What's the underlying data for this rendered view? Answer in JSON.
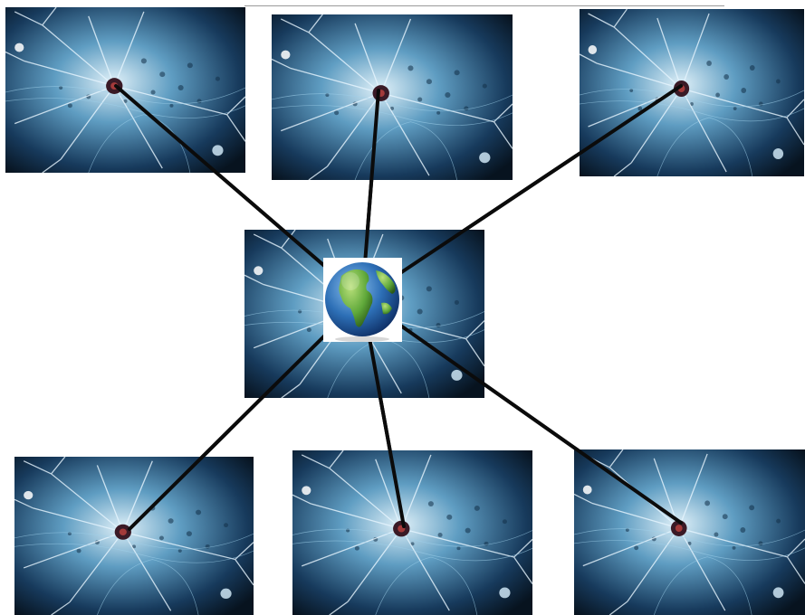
{
  "diagram": {
    "type": "hub-and-spoke",
    "hub": {
      "icon": "globe-icon",
      "image": "neural-network-image"
    },
    "nodes": [
      {
        "id": "node-top-left",
        "image": "neural-network-image"
      },
      {
        "id": "node-top-center",
        "image": "neural-network-image"
      },
      {
        "id": "node-top-right",
        "image": "neural-network-image"
      },
      {
        "id": "node-bottom-left",
        "image": "neural-network-image"
      },
      {
        "id": "node-bottom-center",
        "image": "neural-network-image"
      },
      {
        "id": "node-bottom-right",
        "image": "neural-network-image"
      }
    ],
    "colors": {
      "background": "#ffffff",
      "image_dark": "#0a1a2e",
      "image_mid": "#2f6f9a",
      "image_light": "#cfe6f2",
      "connector": "#0b0b0b",
      "ocean": "#2d6fb6",
      "land": "#5fa83a"
    }
  }
}
